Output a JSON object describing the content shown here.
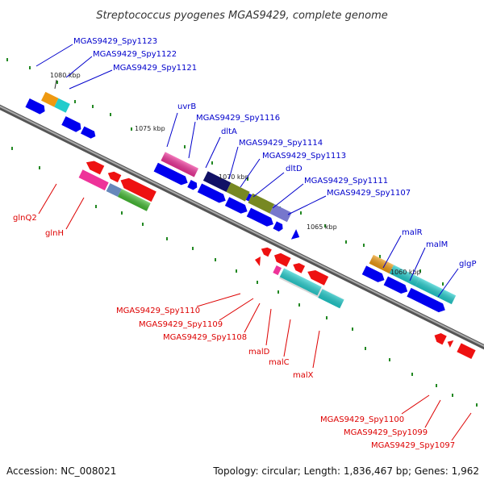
{
  "header": {
    "title": "Streptococcus pyogenes MGAS9429, complete genome"
  },
  "footer": {
    "accession": "Accession: NC_008021",
    "topology": "Topology: circular; Length: 1,836,467 bp; Genes: 1,962"
  },
  "ticks": [
    "1080 kbp",
    "1075 kbp",
    "1070 kbp",
    "1065 kbp",
    "1060 kbp"
  ],
  "labels_forward": [
    "MGAS9429_Spy1123",
    "MGAS9429_Spy1122",
    "MGAS9429_Spy1121",
    "uvrB",
    "MGAS9429_Spy1116",
    "dltA",
    "MGAS9429_Spy1114",
    "MGAS9429_Spy1113",
    "dltD",
    "MGAS9429_Spy1111",
    "MGAS9429_Spy1107",
    "malR",
    "malM",
    "glgP"
  ],
  "labels_reverse": [
    "glnQ2",
    "glnH",
    "MGAS9429_Spy1110",
    "MGAS9429_Spy1109",
    "MGAS9429_Spy1108",
    "malD",
    "malC",
    "malX",
    "MGAS9429_Spy1100",
    "MGAS9429_Spy1099",
    "MGAS9429_Spy1097"
  ],
  "colors": {
    "forward_label": "#0000cc",
    "reverse_label": "#dd0000",
    "backbone": "#888888",
    "gc_marks": "#228822",
    "cds_blue": "#0000ee",
    "cds_red": "#ee1111",
    "cds_pink": "#ee3399",
    "cds_cyan": "#22cccc",
    "cds_green": "#44bb33",
    "cds_olive": "#778822",
    "cds_navy": "#111166",
    "cds_slate": "#7777cc",
    "cds_steel": "#6688bb",
    "cds_orange": "#ee9911"
  }
}
